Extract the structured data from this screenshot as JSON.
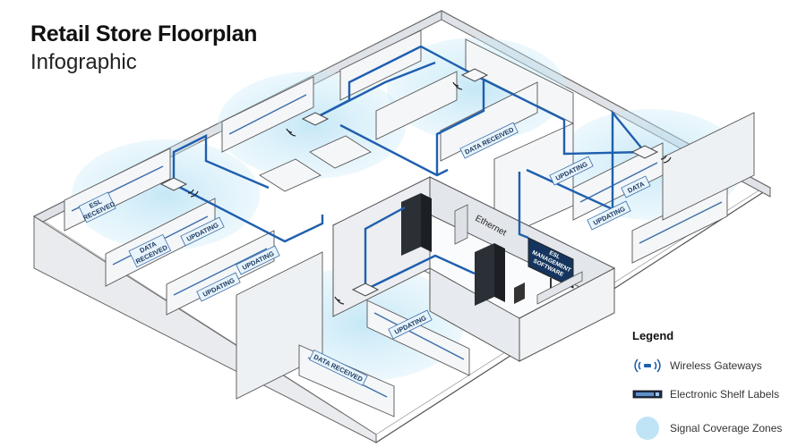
{
  "header": {
    "title": "Retail Store Floorplan",
    "subtitle": "Infographic"
  },
  "labels": {
    "ethernet": "Ethernet",
    "esl_software": [
      "ESL",
      "MANAGEMENT",
      "SOFTWARE"
    ],
    "data_received": "DATA RECEIVED",
    "updating": "UPDATING",
    "esl_received": [
      "ESL",
      "RECEIVED"
    ],
    "data_received_2": [
      "DATA",
      "RECEIVED"
    ],
    "data_2": [
      "DATA"
    ]
  },
  "legend": {
    "title": "Legend",
    "items": [
      {
        "label": "Wireless Gateways",
        "icon": "wifi-gateway-icon"
      },
      {
        "label": "Electronic Shelf Labels",
        "icon": "shelf-label-icon"
      },
      {
        "label": "Signal Coverage Zones",
        "icon": "coverage-zone-icon"
      }
    ]
  },
  "colors": {
    "network_line": "#1f5fae",
    "coverage": "#bfe4f5",
    "outline": "#555555",
    "floor": "#ffffff",
    "server": "#2b2f36"
  }
}
